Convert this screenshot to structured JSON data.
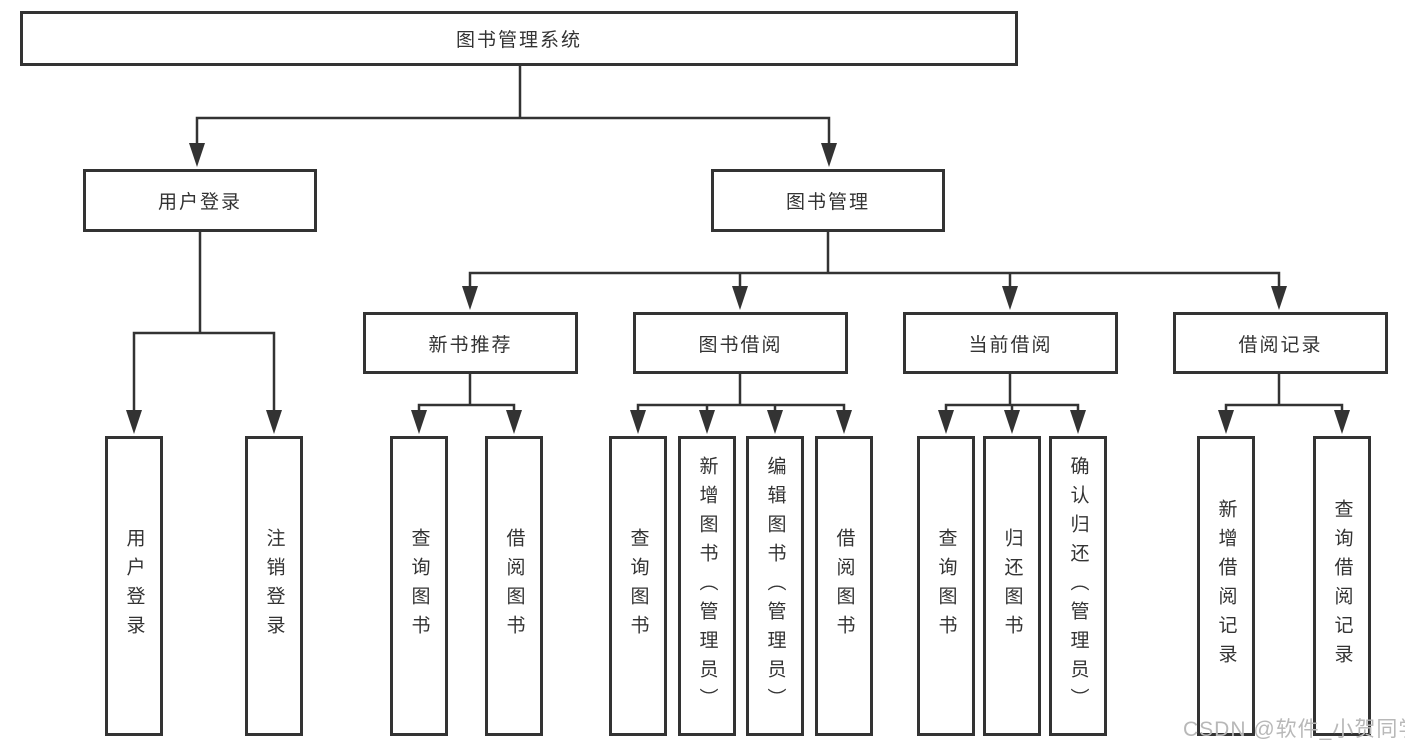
{
  "diagram": {
    "root": {
      "label": "图书管理系统"
    },
    "level2": [
      {
        "id": "user-login",
        "label": "用户登录"
      },
      {
        "id": "book-management",
        "label": "图书管理"
      }
    ],
    "level3": [
      {
        "id": "new-book-recommend",
        "label": "新书推荐",
        "parent": "图书管理"
      },
      {
        "id": "book-borrowing",
        "label": "图书借阅",
        "parent": "图书管理"
      },
      {
        "id": "current-borrowing",
        "label": "当前借阅",
        "parent": "图书管理"
      },
      {
        "id": "borrow-records",
        "label": "借阅记录",
        "parent": "图书管理"
      }
    ],
    "leaves": [
      {
        "label": "用户登录",
        "parent": "用户登录"
      },
      {
        "label": "注销登录",
        "parent": "用户登录"
      },
      {
        "label": "查询图书",
        "parent": "新书推荐"
      },
      {
        "label": "借阅图书",
        "parent": "新书推荐"
      },
      {
        "label": "查询图书",
        "parent": "图书借阅"
      },
      {
        "label": "新增图书（管理员）",
        "parent": "图书借阅"
      },
      {
        "label": "编辑图书（管理员）",
        "parent": "图书借阅"
      },
      {
        "label": "借阅图书",
        "parent": "图书借阅"
      },
      {
        "label": "查询图书",
        "parent": "当前借阅"
      },
      {
        "label": "归还图书",
        "parent": "当前借阅"
      },
      {
        "label": "确认归还（管理员）",
        "parent": "当前借阅"
      },
      {
        "label": "新增借阅记录",
        "parent": "借阅记录"
      },
      {
        "label": "查询借阅记录",
        "parent": "借阅记录"
      }
    ],
    "watermark": "CSDN @软件_小贺同学",
    "colors": {
      "line": "#333333",
      "text": "#333333",
      "watermark": "#b8b8b8",
      "background": "#ffffff"
    }
  }
}
